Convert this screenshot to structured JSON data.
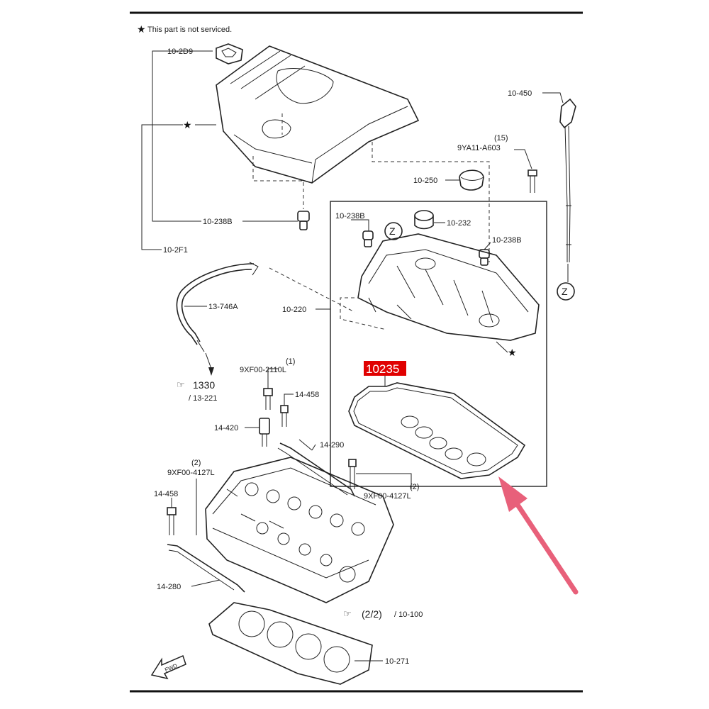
{
  "note": "This part is not serviced.",
  "highlight": {
    "part_number": "10235",
    "badge_color": "#e00000",
    "badge_text_color": "#ffffff",
    "arrow_color": "#e8607a"
  },
  "callouts": {
    "c_10_2D9": "10-2D9",
    "c_10_238B_top": "10-238B",
    "c_10_2F1": "10-2F1",
    "c_10_450": "10-450",
    "c_15": "(15)",
    "c_9YA11": "9YA11-A603",
    "c_10_250": "10-250",
    "c_10_238B_a": "10-238B",
    "c_10_232": "10-232",
    "c_10_238B_b": "10-238B",
    "c_z_circle": "Z",
    "c_z_circle2": "Z",
    "c_13_746A": "13-746A",
    "c_10_220": "10-220",
    "c_1330": "1330",
    "c_13_221": "/ 13-221",
    "c_1": "(1)",
    "c_9XF00_2110L": "9XF00-2110L",
    "c_14_458_a": "14-458",
    "c_14_420": "14-420",
    "c_14_290": "14-290",
    "c_2_a": "(2)",
    "c_9XF00_4127L_a": "9XF00-4127L",
    "c_2_b": "(2)",
    "c_9XF00_4127L_b": "9XF00-4127L",
    "c_14_458_b": "14-458",
    "c_14_280": "14-280",
    "c_2_2": "(2/2)",
    "c_10_100": "/ 10-100",
    "c_10_271": "10-271",
    "c_fwd": "FWD"
  },
  "icons": {
    "star": "star-icon",
    "see_page": "see-page-icon",
    "forward_arrow": "forward-arrow-icon"
  }
}
